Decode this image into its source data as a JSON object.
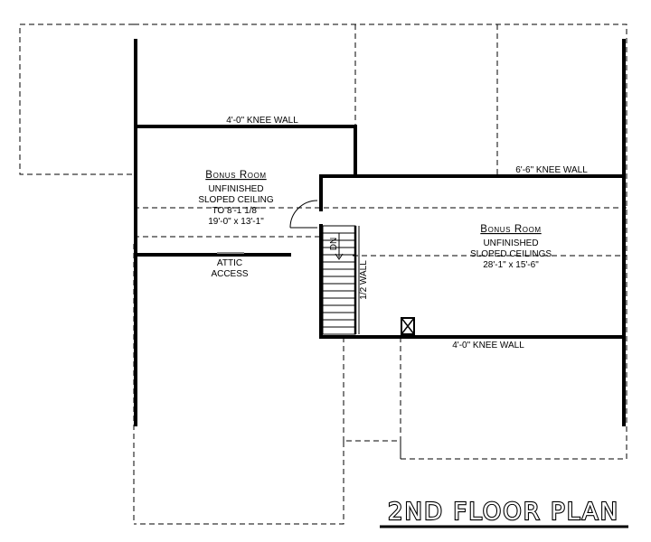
{
  "plan_title": "2ND FLOOR PLAN",
  "rooms": {
    "left_bonus": {
      "name": "Bonus Room",
      "line1": "UNFINISHED",
      "line2": "SLOPED CEILING",
      "line3": "TO 8'-1 1/8\"",
      "dimensions": "19'-0\" x 13'-1\""
    },
    "right_bonus": {
      "name": "Bonus Room",
      "line1": "UNFINISHED",
      "line2": "SLOPED CEILINGS",
      "dimensions": "28'-1\" x 15'-6\""
    }
  },
  "wall_labels": {
    "knee_top_left": "4'-0\" KNEE WALL",
    "knee_top_right": "6'-6\" KNEE WALL",
    "knee_bottom_right": "4'-0\" KNEE WALL",
    "half_wall": "1/2 WALL"
  },
  "annotations": {
    "attic_line1": "ATTIC",
    "attic_line2": "ACCESS",
    "stair_direction": "DN"
  }
}
